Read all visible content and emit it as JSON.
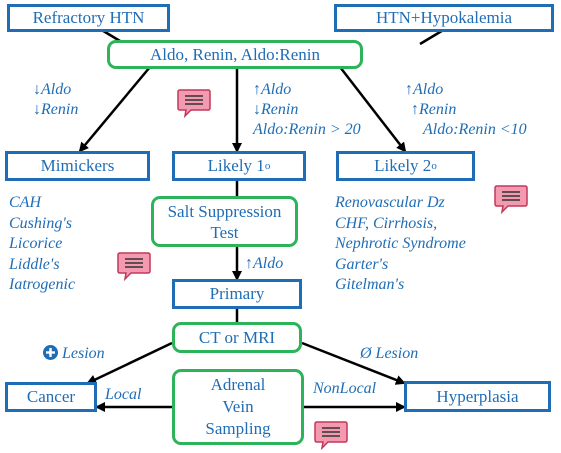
{
  "nodes": {
    "refractory": "Refractory HTN",
    "hypokalemia": "HTN+Hypokalemia",
    "aldo_renin": "Aldo, Renin, Aldo:Renin",
    "mimickers": "Mimickers",
    "likely1": "Likely 1",
    "likely1_sup": "o",
    "likely2": "Likely 2",
    "likely2_sup": "o",
    "salt_line1": "Salt Suppression",
    "salt_line2": "Test",
    "primary": "Primary",
    "ct_mri": "CT or MRI",
    "cancer": "Cancer",
    "hyperplasia": "Hyperplasia",
    "avs_line1": "Adrenal",
    "avs_line2": "Vein",
    "avs_line3": "Sampling"
  },
  "edge_labels": {
    "low_aldo": "↓Aldo",
    "low_renin": "↓Renin",
    "mid_high_aldo": "↑Aldo",
    "mid_low_renin": "↓Renin",
    "mid_ratio": "Aldo:Renin > 20",
    "right_high_aldo": "↑Aldo",
    "right_high_renin": "↑Renin",
    "right_ratio": "Aldo:Renin <10",
    "salt_high_aldo": "↑Aldo",
    "lesion_pos": "Lesion",
    "lesion_neg": "Ø Lesion",
    "local": "Local",
    "nonlocal": "NonLocal"
  },
  "mimickers_list": [
    "CAH",
    "Cushing's",
    "Licorice",
    "Liddle's",
    "Iatrogenic"
  ],
  "secondary_list": [
    "Renovascular Dz",
    "CHF, Cirrhosis,",
    "Nephrotic Syndrome",
    "Garter's",
    "Gitelman's"
  ],
  "icons": [
    "comment-bubble-icon",
    "plus-circle-icon"
  ],
  "colors": {
    "blue": "#1f6db5",
    "green": "#2db35a",
    "bubble_fill": "#f49ab0",
    "bubble_stroke": "#c0395a"
  }
}
